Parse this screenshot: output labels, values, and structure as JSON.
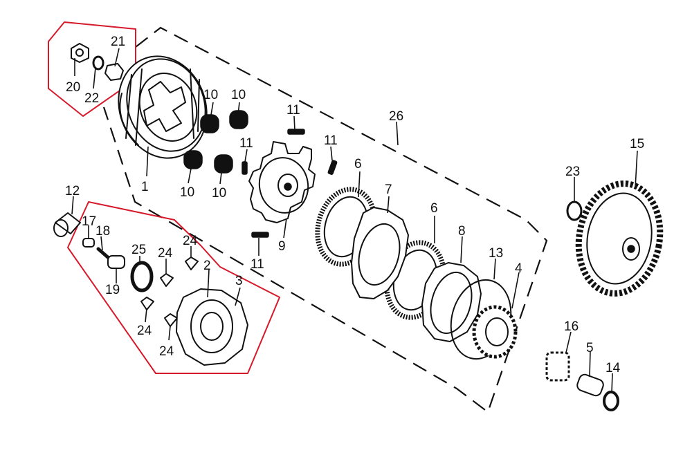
{
  "diagram": {
    "highlight_color": "#d6192b",
    "line_color": "#111111",
    "labels": {
      "p1": "1",
      "p2": "2",
      "p3": "3",
      "p4": "4",
      "p5": "5",
      "p6a": "6",
      "p6b": "6",
      "p7": "7",
      "p8": "8",
      "p9": "9",
      "p10a": "10",
      "p10b": "10",
      "p10c": "10",
      "p10d": "10",
      "p11a": "11",
      "p11b": "11",
      "p11c": "11",
      "p11d": "11",
      "p12": "12",
      "p13": "13",
      "p14": "14",
      "p15": "15",
      "p16": "16",
      "p17": "17",
      "p18": "18",
      "p19": "19",
      "p20": "20",
      "p21": "21",
      "p22": "22",
      "p23": "23",
      "p24a": "24",
      "p24b": "24",
      "p24c": "24",
      "p24d": "24",
      "p25": "25",
      "p26": "26"
    }
  }
}
